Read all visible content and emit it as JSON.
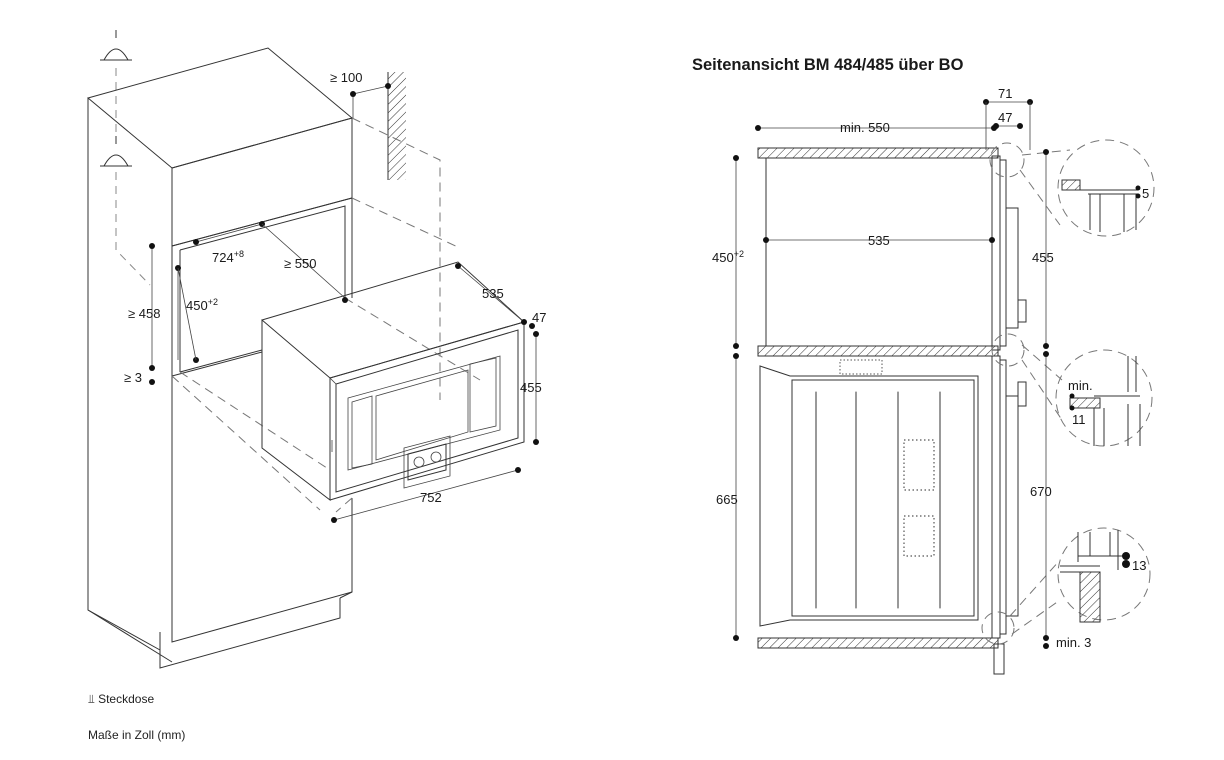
{
  "title": "Seitenansicht BM 484/485 über BO",
  "legend": {
    "socket_label": "Steckdose",
    "units_label": "Maße in Zoll (mm)"
  },
  "iso_dims": {
    "top_clearance": "≥ 100",
    "width_main": "724",
    "width_sup": "+8",
    "depth_niche": "≥ 550",
    "height_niche": "≥ 458",
    "height_opening_main": "450",
    "height_opening_sup": "+2",
    "bottom_gap": "≥ 3",
    "oven_depth": "535",
    "front_depth": "47",
    "oven_height": "455",
    "oven_width": "752"
  },
  "side_dims": {
    "front_71": "71",
    "front_47": "47",
    "min_depth": "min. 550",
    "depth_535": "535",
    "height_450_main": "450",
    "height_450_sup": "+2",
    "height_455": "455",
    "height_665": "665",
    "height_670": "670",
    "bottom_min": "min. 3",
    "detail_top": "5",
    "detail_mid_label": "min.",
    "detail_mid_value": "11",
    "detail_bottom": "13"
  }
}
